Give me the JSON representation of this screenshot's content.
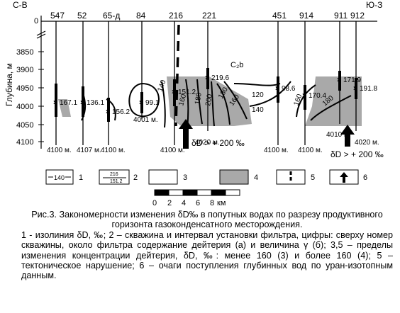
{
  "section": {
    "left_direction": "С-В",
    "right_direction": "Ю-З",
    "top_zero": "0",
    "y_axis_label": "Глубина, м",
    "depth_ticks": [
      "3850",
      "3900",
      "4950",
      "4000",
      "4050",
      "4100"
    ],
    "horizon_label": "C₂b",
    "wells": [
      {
        "name": "547",
        "bottom_label": "4100 м.",
        "filter_value": "167.1"
      },
      {
        "name": "52",
        "bottom_label": "4107 м.",
        "filter_value": "136.1"
      },
      {
        "name": "65-д",
        "bottom_label": "4100 м.",
        "filter_value": "156.2"
      },
      {
        "name": "84",
        "bottom_label": "4001 м.",
        "filter_value": "99.1"
      },
      {
        "name": "216",
        "bottom_label": "4100 м.",
        "filter_value": "151.2"
      },
      {
        "name": "221",
        "bottom_label": "4020 м.",
        "filter_value": "219.6"
      },
      {
        "name": "451",
        "bottom_label": "4100 м.",
        "filter_value": "98.6"
      },
      {
        "name": "914",
        "bottom_label": "4100 м.",
        "filter_value": "170.4"
      },
      {
        "name": "911",
        "bottom_label": "4010 м.",
        "filter_value": "171.9"
      },
      {
        "name": "912",
        "bottom_label": "4020 м.",
        "filter_value": "191.8"
      }
    ],
    "isoline_labels": [
      "140",
      "160",
      "180",
      "200",
      "180",
      "160",
      "120",
      "140",
      "160",
      "180"
    ],
    "flow_labels": [
      "δD > + 200 ‰",
      "δD > + 200 ‰"
    ]
  },
  "legend": {
    "items": [
      {
        "number": "1",
        "sample": "140"
      },
      {
        "number": "2",
        "sample_top": "216",
        "sample_bottom": "151.2"
      },
      {
        "number": "3"
      },
      {
        "number": "4"
      },
      {
        "number": "5"
      },
      {
        "number": "6"
      }
    ]
  },
  "scale_bar": {
    "ticks": [
      "0",
      "2",
      "4",
      "6",
      "8"
    ],
    "unit": "км"
  },
  "caption": {
    "title": "Рис.3. Закономерности изменения δD‰ в попутных водах по разрезу продуктивного горизонта газоконденсатного месторождения.",
    "body": "1 - изолиния δD, ‰; 2 – скважина и интервал установки фильтра, цифры: сверху номер скважины, около фильтра содержание дейтерия (а) и величина γ (б); 3,5 – пределы изменения концентрации дейтерия, δD, ‰: менее 160 (3) и более 160 (4); 5 – тектоническое нарушение; 6 – очаги поступления глубинных вод по уран-изотопным данным."
  },
  "colors": {
    "shade": "#a9a9a9",
    "ink": "#000000"
  }
}
